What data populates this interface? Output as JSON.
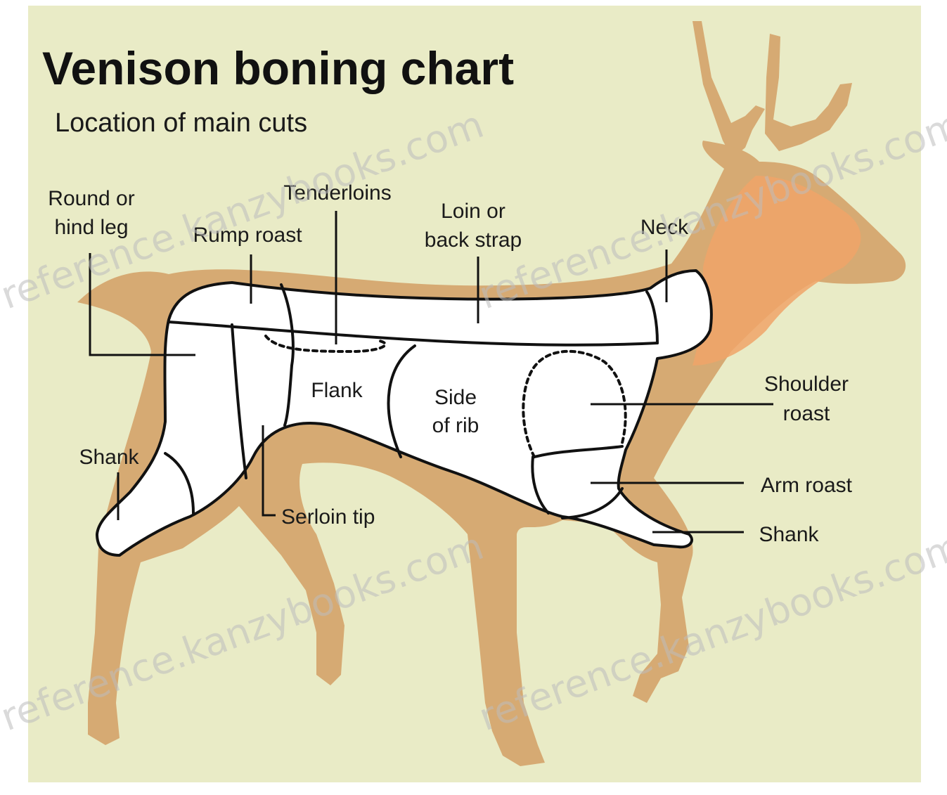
{
  "title": "Venison boning chart",
  "subtitle": "Location of main cuts",
  "colors": {
    "background": "#e9ebc6",
    "deer_body": "#d6aa73",
    "neck_highlight": "#f0a469",
    "cut_fill": "#ffffff",
    "outline": "#111111"
  },
  "labels": {
    "round_line1": "Round or",
    "round_line2": "hind leg",
    "tenderloins": "Tenderloins",
    "rump_roast": "Rump roast",
    "loin_line1": "Loin or",
    "loin_line2": "back strap",
    "neck": "Neck",
    "flank": "Flank",
    "side_line1": "Side",
    "side_line2": "of rib",
    "shoulder_line1": "Shoulder",
    "shoulder_line2": "roast",
    "shank_rear": "Shank",
    "arm_roast": "Arm roast",
    "shank_front": "Shank",
    "serloin_tip": "Serloin tip"
  },
  "watermark": "reference.kanzybooks.com"
}
